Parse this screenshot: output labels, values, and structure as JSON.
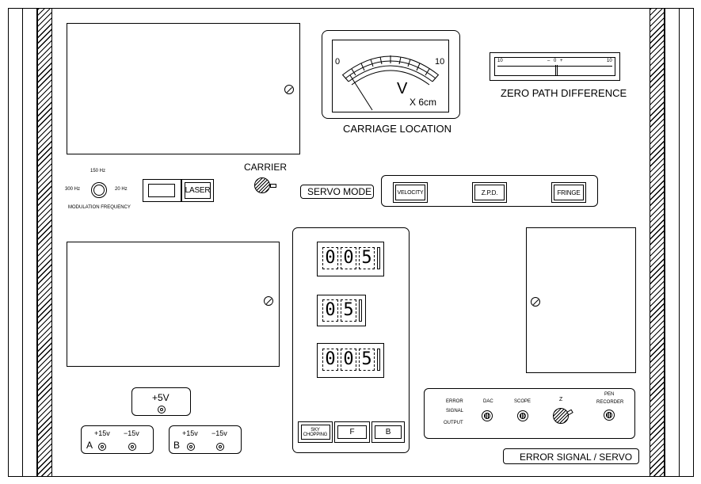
{
  "meter": {
    "min_label": "0",
    "max_label": "10",
    "unit_symbol": "V",
    "scale_label": "X 6cm",
    "title": "CARRIAGE LOCATION",
    "needle_value": 0
  },
  "zpd": {
    "left_label": "10",
    "mid_left_label": "–",
    "center_label": "0",
    "mid_right_label": "+",
    "right_label": "10",
    "title": "ZERO PATH DIFFERENCE"
  },
  "modulation": {
    "top_label": "150 Hz",
    "left_label": "300 Hz",
    "right_label": "20 Hz",
    "title": "MODULATION FREQUENCY"
  },
  "laser": {
    "label": "LASER"
  },
  "carrier": {
    "label": "CARRIER"
  },
  "servo_mode": {
    "label": "SERVO MODE",
    "buttons": [
      "VELOCITY",
      "Z.P.D.",
      "FRINGE"
    ]
  },
  "displays": {
    "top": [
      "0",
      "0",
      "5"
    ],
    "middle": [
      "0",
      "5"
    ],
    "bottom": [
      "0",
      "0",
      "5"
    ]
  },
  "control_buttons": {
    "sky_chopping": "SKY CHOPPING",
    "f": "F",
    "b": "B"
  },
  "power": {
    "plus5_label": "+5V",
    "group_a": {
      "name": "A",
      "plus": "+15v",
      "minus": "−15v"
    },
    "group_b": {
      "name": "B",
      "plus": "+15v",
      "minus": "−15v"
    }
  },
  "error_panel": {
    "left_line1": "ERROR",
    "left_line2": "SIGNAL",
    "left_line3": "OUTPUT",
    "dac": "DAC",
    "scope": "SCOPE",
    "z": "Z",
    "pen_line1": "PEN",
    "pen_line2": "RECORDER",
    "title": "ERROR SIGNAL / SERVO"
  }
}
